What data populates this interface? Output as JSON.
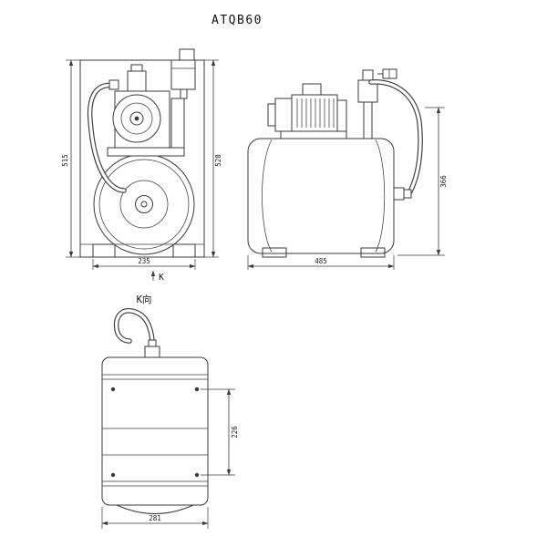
{
  "title": "ATQB60",
  "front_view": {
    "dim_height_left": "515",
    "dim_height_right": "520",
    "dim_width": "235",
    "section_marker": "K"
  },
  "side_view": {
    "dim_width": "485",
    "dim_height": "366"
  },
  "top_view": {
    "label": "K向",
    "dim_height": "226",
    "dim_width": "281"
  },
  "colors": {
    "line": "#3a3a3a",
    "background": "#ffffff"
  }
}
